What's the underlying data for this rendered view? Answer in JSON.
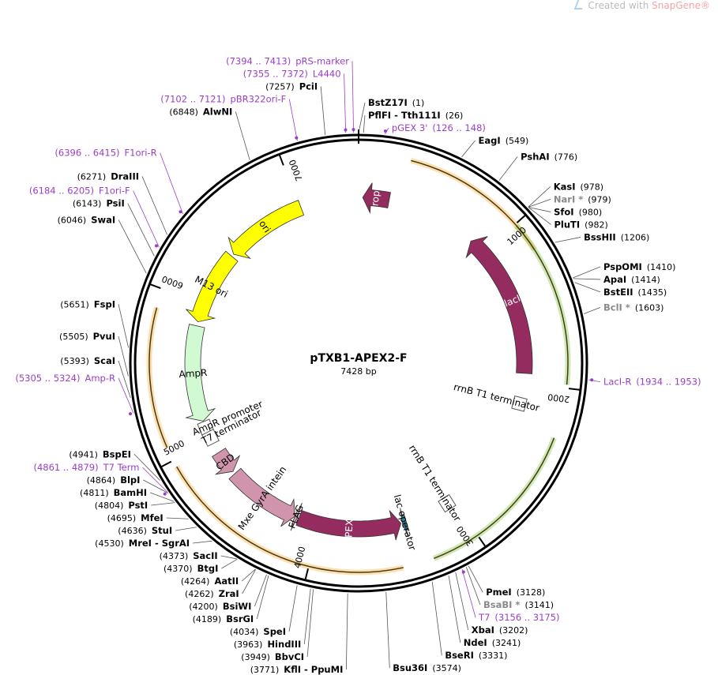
{
  "watermark": {
    "prefix": "Created with ",
    "brand": "SnapGene®"
  },
  "plasmid": {
    "name": "pTXB1-APEX2-F",
    "length_text": "7428 bp",
    "length": 7428
  },
  "colors": {
    "yellow": "#ffff00",
    "maroon": "#952c60",
    "green_light": "#d2fad2",
    "pink": "#d095ad",
    "primer": "#9b3ec7",
    "orange_feature": "#f5a623",
    "green_feature": "#6fbf2a",
    "teal": "#2f7f95"
  },
  "ticks": [
    {
      "bp": 1000,
      "label": "1000"
    },
    {
      "bp": 2000,
      "label": "2000"
    },
    {
      "bp": 3000,
      "label": "3000"
    },
    {
      "bp": 4000,
      "label": "4000"
    },
    {
      "bp": 5000,
      "label": "5000"
    },
    {
      "bp": 6000,
      "label": "6000"
    },
    {
      "bp": 7000,
      "label": "7000"
    }
  ],
  "features": [
    {
      "name": "ori",
      "start": 6420,
      "end": 7010,
      "dir": -1,
      "color": "#ffff00"
    },
    {
      "name": "M13 ori",
      "start": 5870,
      "end": 6400,
      "dir": -1,
      "color": "#ffff00"
    },
    {
      "name": "rop",
      "start": 30,
      "end": 220,
      "dir": -1,
      "color": "#952c60"
    },
    {
      "name": "lacI",
      "start": 880,
      "end": 1930,
      "dir": -1,
      "color": "#952c60"
    },
    {
      "name": "AmpR",
      "start": 5150,
      "end": 5840,
      "dir": -1,
      "color": "#d2fad2"
    },
    {
      "name": "AmpR promoter",
      "start": 5050,
      "end": 5150,
      "dir": -1,
      "color": "#ffffff"
    },
    {
      "name": "T7 terminator",
      "start": 5000,
      "end": 5040,
      "dir": 1,
      "color": "#ffffff"
    },
    {
      "name": "CBD",
      "start": 4730,
      "end": 4900,
      "dir": -1,
      "color": "#d095ad"
    },
    {
      "name": "Mxe GyrA intein",
      "start": 4180,
      "end": 4710,
      "dir": -1,
      "color": "#d095ad"
    },
    {
      "name": "FLAG",
      "start": 4160,
      "end": 4180,
      "dir": -1,
      "color": "#d095ad"
    },
    {
      "name": "APEX2",
      "start": 3410,
      "end": 4150,
      "dir": -1,
      "color": "#952c60"
    },
    {
      "name": "lac operator",
      "start": 3370,
      "end": 3400,
      "dir": 1,
      "color": "#2f7f95"
    },
    {
      "name": "rrnB T1 terminator",
      "start": 3000,
      "end": 3100,
      "dir": 1,
      "color": "#ffffff"
    },
    {
      "name": "rrnB T1 terminator",
      "start": 2100,
      "end": 2200,
      "dir": 1,
      "color": "#ffffff"
    }
  ],
  "outer_features": [
    {
      "start": 300,
      "end": 1180,
      "color": "#f5a623"
    },
    {
      "start": 1010,
      "end": 1980,
      "color": "#6fbf2a"
    },
    {
      "start": 2290,
      "end": 3280,
      "color": "#6fbf2a"
    },
    {
      "start": 3460,
      "end": 4960,
      "color": "#f5a623"
    },
    {
      "start": 5080,
      "end": 5890,
      "color": "#f5a623"
    }
  ],
  "sites": [
    {
      "name": "BstZ17I",
      "pos": "(1)",
      "bp": 1,
      "type": "enzyme",
      "side": "right"
    },
    {
      "name": "PflFI",
      "suffix": " - Tth111I",
      "pos": "(26)",
      "bp": 26,
      "type": "enzyme",
      "side": "right"
    },
    {
      "name": "pGEX 3'",
      "pos": "(126 .. 148)",
      "bp": 137,
      "type": "primer",
      "side": "right"
    },
    {
      "name": "EagI",
      "pos": "(549)",
      "bp": 549,
      "type": "enzyme",
      "side": "right"
    },
    {
      "name": "PshAI",
      "pos": "(776)",
      "bp": 776,
      "type": "enzyme",
      "side": "right"
    },
    {
      "name": "KasI",
      "pos": "(978)",
      "bp": 978,
      "type": "enzyme",
      "side": "right"
    },
    {
      "name": "NarI",
      "star": "*",
      "pos": "(979)",
      "bp": 979,
      "type": "gray",
      "side": "right"
    },
    {
      "name": "SfoI",
      "pos": "(980)",
      "bp": 980,
      "type": "enzyme",
      "side": "right"
    },
    {
      "name": "PluTI",
      "pos": "(982)",
      "bp": 982,
      "type": "enzyme",
      "side": "right"
    },
    {
      "name": "BssHII",
      "pos": "(1206)",
      "bp": 1206,
      "type": "enzyme",
      "side": "right"
    },
    {
      "name": "PspOMI",
      "pos": "(1410)",
      "bp": 1410,
      "type": "enzyme",
      "side": "right"
    },
    {
      "name": "ApaI",
      "pos": "(1414)",
      "bp": 1414,
      "type": "enzyme",
      "side": "right"
    },
    {
      "name": "BstEII",
      "pos": "(1435)",
      "bp": 1435,
      "type": "enzyme",
      "side": "right"
    },
    {
      "name": "BclI",
      "star": "*",
      "pos": "(1603)",
      "bp": 1603,
      "type": "gray",
      "side": "right"
    },
    {
      "name": "LacI-R",
      "pos": "(1934 .. 1953)",
      "bp": 1943,
      "type": "primer",
      "side": "right"
    },
    {
      "name": "PmeI",
      "pos": "(3128)",
      "bp": 3128,
      "type": "enzyme",
      "side": "right"
    },
    {
      "name": "BsaBI",
      "star": "*",
      "pos": "(3141)",
      "bp": 3141,
      "type": "gray",
      "side": "right"
    },
    {
      "name": "T7",
      "pos": "(3156 .. 3175)",
      "bp": 3165,
      "type": "primer",
      "side": "right"
    },
    {
      "name": "XbaI",
      "pos": "(3202)",
      "bp": 3202,
      "type": "enzyme",
      "side": "right"
    },
    {
      "name": "NdeI",
      "pos": "(3241)",
      "bp": 3241,
      "type": "enzyme",
      "side": "right"
    },
    {
      "name": "BseRI",
      "pos": "(3331)",
      "bp": 3331,
      "type": "enzyme",
      "side": "right"
    },
    {
      "name": "Bsu36I",
      "pos": "(3574)",
      "bp": 3574,
      "type": "enzyme",
      "side": "right"
    },
    {
      "name": "KflI",
      "suffix": " - PpuMI",
      "pos": "(3771)",
      "bp": 3771,
      "type": "enzyme",
      "side": "left"
    },
    {
      "name": "BbvCI",
      "pos": "(3949)",
      "bp": 3949,
      "type": "enzyme",
      "side": "left"
    },
    {
      "name": "HindIII",
      "pos": "(3963)",
      "bp": 3963,
      "type": "enzyme",
      "side": "left"
    },
    {
      "name": "SpeI",
      "pos": "(4034)",
      "bp": 4034,
      "type": "enzyme",
      "side": "left"
    },
    {
      "name": "BsrGI",
      "pos": "(4189)",
      "bp": 4189,
      "type": "enzyme",
      "side": "left"
    },
    {
      "name": "BsiWI",
      "pos": "(4200)",
      "bp": 4200,
      "type": "enzyme",
      "side": "left"
    },
    {
      "name": "ZraI",
      "pos": "(4262)",
      "bp": 4262,
      "type": "enzyme",
      "side": "left"
    },
    {
      "name": "AatII",
      "pos": "(4264)",
      "bp": 4264,
      "type": "enzyme",
      "side": "left"
    },
    {
      "name": "BtgI",
      "pos": "(4370)",
      "bp": 4370,
      "type": "enzyme",
      "side": "left"
    },
    {
      "name": "SacII",
      "pos": "(4373)",
      "bp": 4373,
      "type": "enzyme",
      "side": "left"
    },
    {
      "name": "MreI",
      "suffix": " - SgrAI",
      "pos": "(4530)",
      "bp": 4530,
      "type": "enzyme",
      "side": "left"
    },
    {
      "name": "StuI",
      "pos": "(4636)",
      "bp": 4636,
      "type": "enzyme",
      "side": "left"
    },
    {
      "name": "MfeI",
      "pos": "(4695)",
      "bp": 4695,
      "type": "enzyme",
      "side": "left"
    },
    {
      "name": "PstI",
      "pos": "(4804)",
      "bp": 4804,
      "type": "enzyme",
      "side": "left"
    },
    {
      "name": "BamHI",
      "pos": "(4811)",
      "bp": 4811,
      "type": "enzyme",
      "side": "left"
    },
    {
      "name": "BlpI",
      "pos": "(4864)",
      "bp": 4864,
      "type": "enzyme",
      "side": "left"
    },
    {
      "name": "T7 Term",
      "pos": "(4861 .. 4879)",
      "bp": 4870,
      "type": "primer",
      "side": "left"
    },
    {
      "name": "BspEI",
      "pos": "(4941)",
      "bp": 4941,
      "type": "enzyme",
      "side": "left"
    },
    {
      "name": "Amp-R",
      "pos": "(5305 .. 5324)",
      "bp": 5314,
      "type": "primer",
      "side": "left"
    },
    {
      "name": "ScaI",
      "pos": "(5393)",
      "bp": 5393,
      "type": "enzyme",
      "side": "left"
    },
    {
      "name": "PvuI",
      "pos": "(5505)",
      "bp": 5505,
      "type": "enzyme",
      "side": "left"
    },
    {
      "name": "FspI",
      "pos": "(5651)",
      "bp": 5651,
      "type": "enzyme",
      "side": "left"
    },
    {
      "name": "SwaI",
      "pos": "(6046)",
      "bp": 6046,
      "type": "enzyme",
      "side": "left"
    },
    {
      "name": "PsiI",
      "pos": "(6143)",
      "bp": 6143,
      "type": "enzyme",
      "side": "left"
    },
    {
      "name": "F1ori-F",
      "pos": "(6184 .. 6205)",
      "bp": 6194,
      "type": "primer",
      "side": "left"
    },
    {
      "name": "DraIII",
      "pos": "(6271)",
      "bp": 6271,
      "type": "enzyme",
      "side": "left"
    },
    {
      "name": "F1ori-R",
      "pos": "(6396 .. 6415)",
      "bp": 6405,
      "type": "primer",
      "side": "left"
    },
    {
      "name": "AlwNI",
      "pos": "(6848)",
      "bp": 6848,
      "type": "enzyme",
      "side": "left"
    },
    {
      "name": "pBR322ori-F",
      "pos": "(7102 .. 7121)",
      "bp": 7111,
      "type": "primer",
      "side": "left"
    },
    {
      "name": "PciI",
      "pos": "(7257)",
      "bp": 7257,
      "type": "enzyme",
      "side": "left"
    },
    {
      "name": "L4440",
      "pos": "(7355 .. 7372)",
      "bp": 7363,
      "type": "primer",
      "side": "left"
    },
    {
      "name": "pRS-marker",
      "pos": "(7394 .. 7413)",
      "bp": 7403,
      "type": "primer",
      "side": "left"
    }
  ]
}
